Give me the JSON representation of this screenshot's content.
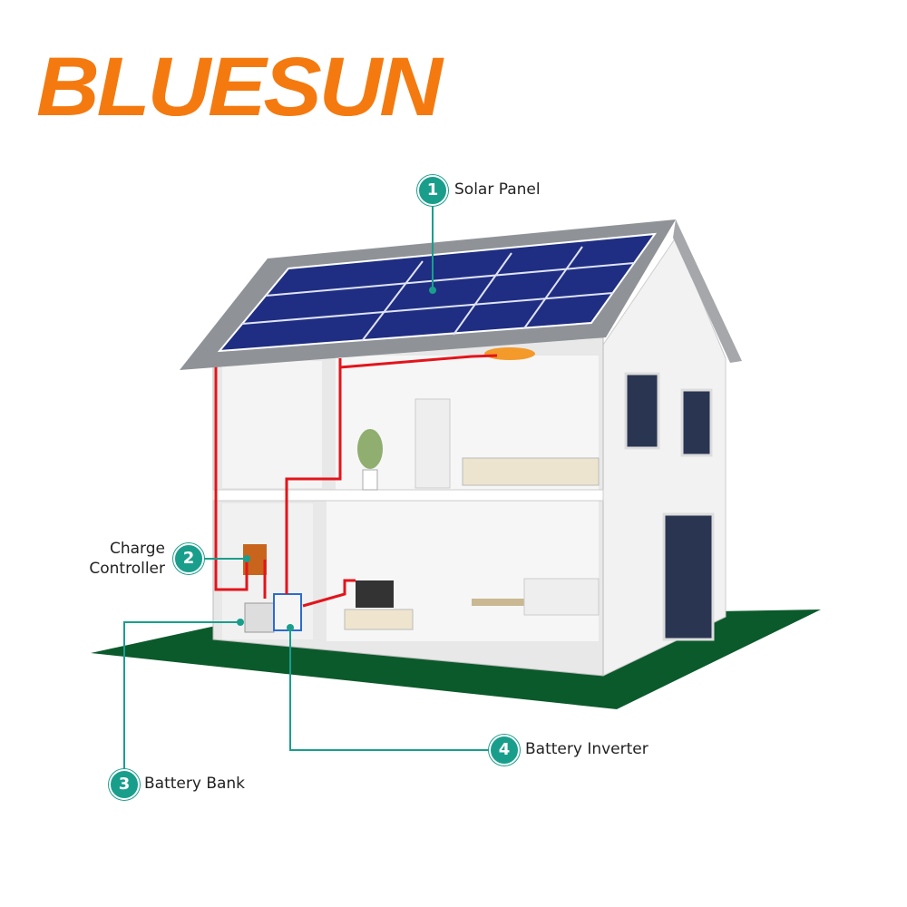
{
  "brand": {
    "logo_text": "BLUESUN",
    "color": "#f47a10"
  },
  "accent_color": "#1a9e8c",
  "callouts": [
    {
      "number": "1",
      "label": "Solar Panel"
    },
    {
      "number": "2",
      "label_line1": "Charge",
      "label_line2": "Controller"
    },
    {
      "number": "3",
      "label": "Battery Bank"
    },
    {
      "number": "4",
      "label": "Battery Inverter"
    }
  ]
}
